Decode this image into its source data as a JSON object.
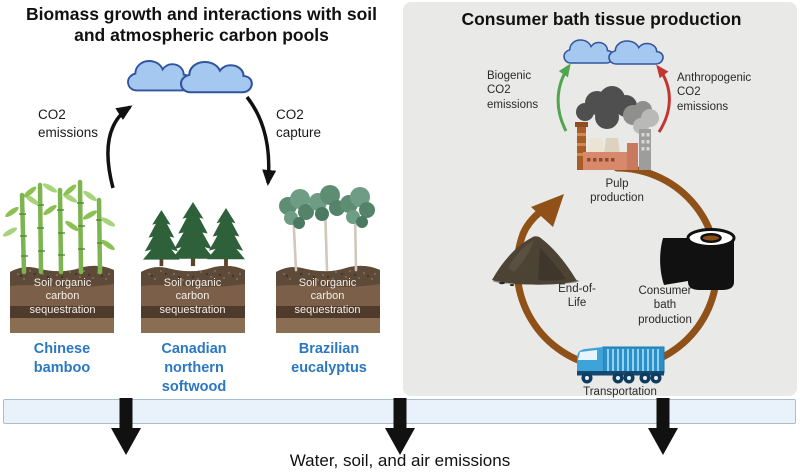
{
  "left_panel": {
    "title": "Biomass growth and interactions with soil\nand atmospheric carbon pools",
    "co2_emissions_label": "CO2\nemissions",
    "co2_capture_label": "CO2\ncapture",
    "plants": [
      {
        "label": "Chinese\nbamboo",
        "soil_label": "Soil organic\ncarbon\nsequestration"
      },
      {
        "label": "Canadian\nnorthern\nsoftwood",
        "soil_label": "Soil organic\ncarbon\nsequestration"
      },
      {
        "label": "Brazilian\neucalyptus",
        "soil_label": "Soil organic\ncarbon\nsequestration"
      }
    ]
  },
  "right_panel": {
    "title": "Consumer bath tissue production",
    "biogenic_label": "Biogenic\nCO2\nemissions",
    "anthropogenic_label": "Anthropogenic\nCO2\nemissions",
    "stages": {
      "pulp": "Pulp\nproduction",
      "consumer": "Consumer\nbath\nproduction",
      "end_of_life": "End-of-\nLife",
      "transportation": "Transportation"
    }
  },
  "footer": {
    "emissions_label": "Water, soil, and air emissions"
  },
  "icons": {
    "clouds": "atmosphere-clouds",
    "bamboo": "bamboo-stand",
    "softwood": "conifer-forest",
    "eucalyptus": "eucalyptus-trees",
    "factory": "pulp-mill-factory",
    "toilet_roll": "bath-tissue-roll",
    "compost": "compost-pile",
    "truck": "transport-truck"
  },
  "colors": {
    "species_blue": "#2b78c2",
    "cycle_brown": "#8f5118",
    "biogenic_green": "#4fa64f",
    "anthropogenic_red": "#c23530",
    "cloud_fill": "#a4c8f0",
    "panel_gray": "#e9e9e7",
    "bar_blue": "#e9f2fb"
  }
}
